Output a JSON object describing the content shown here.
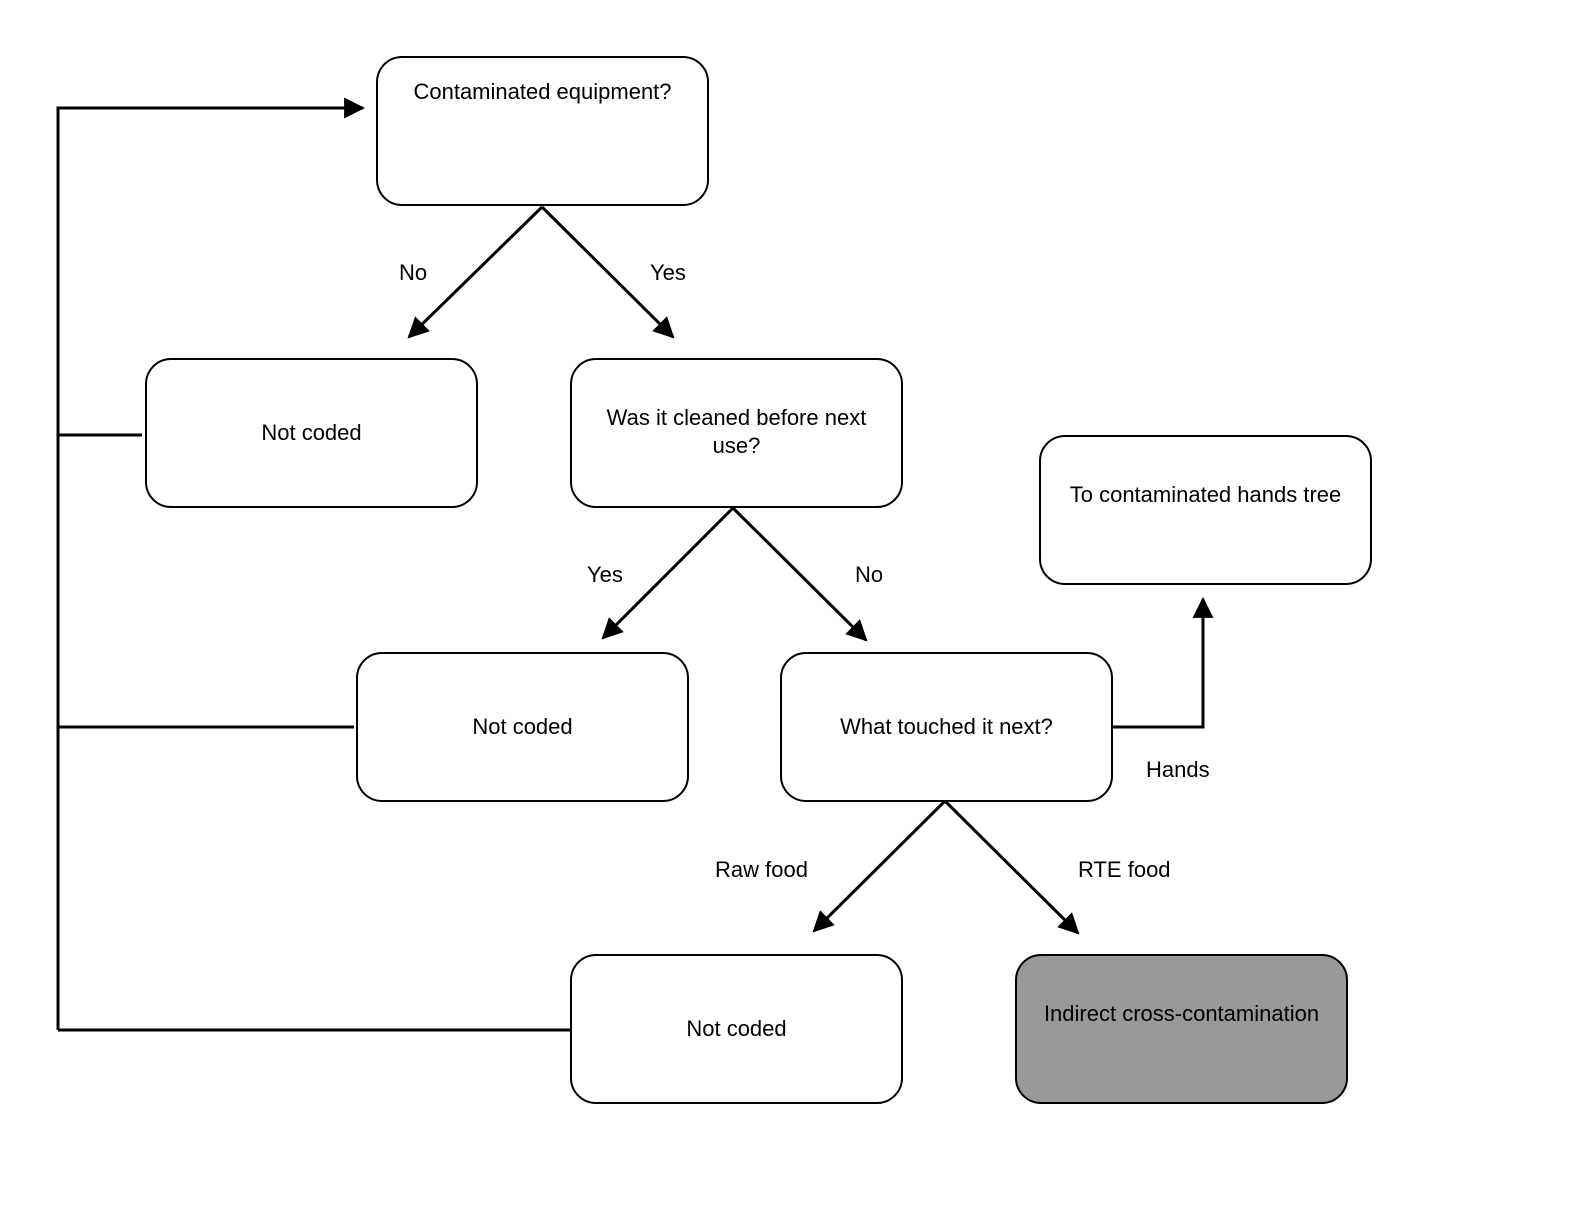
{
  "nodes": {
    "contaminated_equipment": "Contaminated equipment?",
    "not_coded_1": "Not coded",
    "cleaned_before_next_use": "Was it cleaned before next use?",
    "contaminated_hands_tree": "To contaminated hands tree",
    "not_coded_2": "Not coded",
    "what_touched_next": "What touched it next?",
    "not_coded_3": "Not coded",
    "indirect_cross_contamination": "Indirect cross-contamination"
  },
  "edge_labels": {
    "equipment_no": "No",
    "equipment_yes": "Yes",
    "cleaned_yes": "Yes",
    "cleaned_no": "No",
    "touched_hands": "Hands",
    "touched_raw_food": "Raw food",
    "touched_rte_food": "RTE food"
  },
  "colors": {
    "line": "#000000",
    "node_fill": "#ffffff",
    "terminal_fill": "#999999"
  }
}
